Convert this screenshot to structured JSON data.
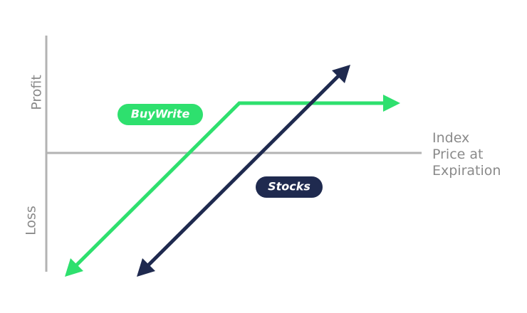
{
  "chart_data": {
    "type": "payoff-diagram",
    "y_axis_labels": {
      "top": "Profit",
      "bottom": "Loss"
    },
    "x_axis_label_lines": [
      "Index",
      "Price at",
      "Expiration"
    ],
    "series": [
      {
        "name": "BuyWrite",
        "color": "#2ee06e",
        "text_color": "#ffffff"
      },
      {
        "name": "Stocks",
        "color": "#1f2a4f",
        "text_color": "#ffffff"
      }
    ],
    "axis_color": "#b3b3b3"
  }
}
